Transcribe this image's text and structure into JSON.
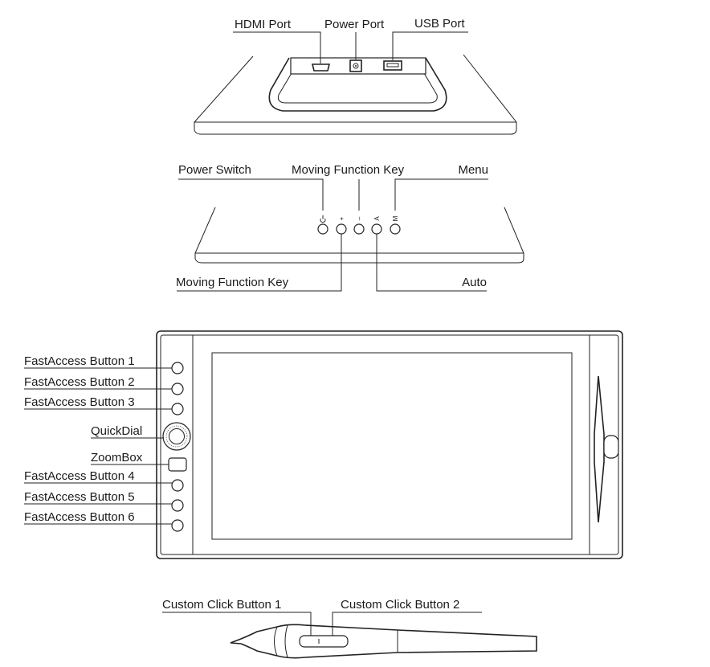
{
  "ports_view": {
    "hdmi_port": "HDMI Port",
    "power_port": "Power Port",
    "usb_port": "USB Port"
  },
  "side_view": {
    "power_switch": "Power Switch",
    "moving_function_key_top": "Moving Function Key",
    "menu": "Menu",
    "moving_function_key_bottom": "Moving Function Key",
    "auto": "Auto",
    "key_symbols": [
      "+",
      "–",
      "A",
      "M"
    ]
  },
  "front_view": {
    "fastaccess_1": "FastAccess Button 1",
    "fastaccess_2": "FastAccess Button 2",
    "fastaccess_3": "FastAccess Button 3",
    "quickdial": "QuickDial",
    "zoombox": "ZoomBox",
    "fastaccess_4": "FastAccess Button 4",
    "fastaccess_5": "FastAccess Button 5",
    "fastaccess_6": "FastAccess Button 6"
  },
  "pen_view": {
    "custom_click_1": "Custom Click Button 1",
    "custom_click_2": "Custom Click Button 2"
  }
}
